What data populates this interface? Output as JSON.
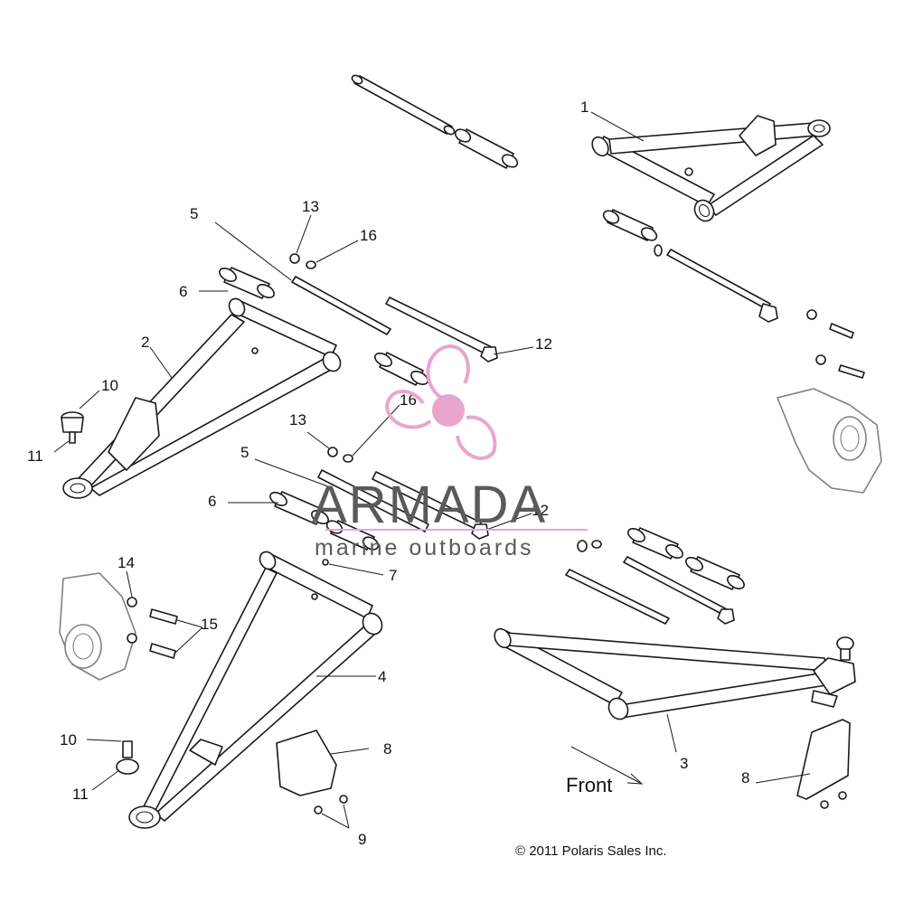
{
  "callouts": {
    "c1": "1",
    "c2": "2",
    "c3": "3",
    "c4": "4",
    "c5a": "5",
    "c5b": "5",
    "c6a": "6",
    "c6b": "6",
    "c7": "7",
    "c8a": "8",
    "c8b": "8",
    "c9": "9",
    "c10a": "10",
    "c10b": "10",
    "c11a": "11",
    "c11b": "11",
    "c12a": "12",
    "c12b": "12",
    "c13a": "13",
    "c13b": "13",
    "c14": "14",
    "c15": "15",
    "c16a": "16",
    "c16b": "16"
  },
  "front_label": "Front",
  "copyright": "© 2011 Polaris Sales Inc.",
  "watermark": {
    "brand": "ARMADA",
    "tagline": "marine outboards",
    "logo_icon": "propeller-logo-icon",
    "logo_color": "#e8a6cf",
    "text_color": "#5a5a5a"
  }
}
